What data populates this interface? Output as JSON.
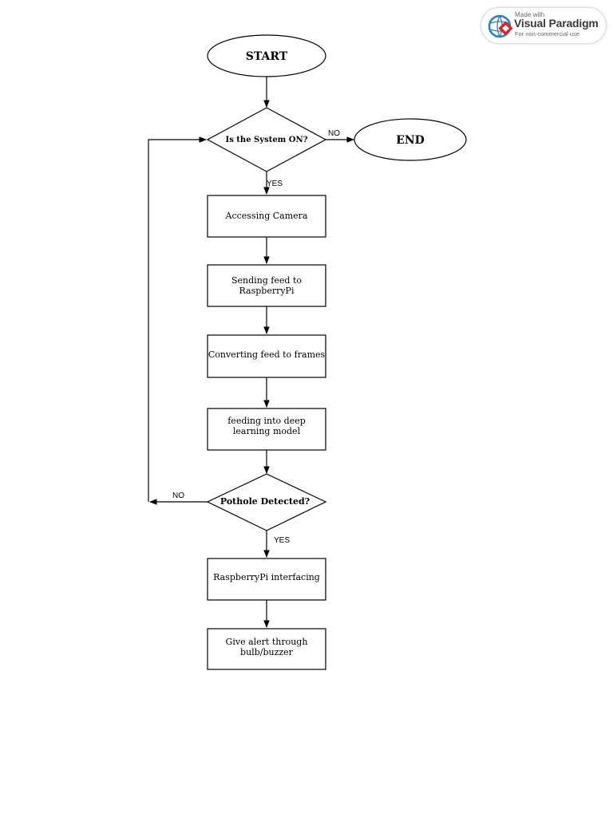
{
  "watermark": {
    "made_with": "Made with",
    "brand": "Visual Paradigm",
    "subtitle": "For non-commercial use"
  },
  "nodes": {
    "start": "START",
    "decision_system_on": "Is the System ON?",
    "end": "END",
    "accessing_camera": "Accessing Camera",
    "sending_feed": [
      "Sending feed to",
      "RaspberryPi"
    ],
    "converting_feed": "Converting feed to frames",
    "feeding_model": [
      "feeding into deep",
      "learning model"
    ],
    "decision_pothole": "Pothole Detected?",
    "raspberrypi_interfacing": "RaspberryPi interfacing",
    "give_alert": [
      "Give alert through",
      "bulb/buzzer"
    ]
  },
  "edge_labels": {
    "system_no": "NO",
    "system_yes": "YES",
    "pothole_no": "NO",
    "pothole_yes": "YES"
  },
  "colors": {
    "stroke": "#000000",
    "fill": "#ffffff",
    "watermark_blue": "#2a7fc1",
    "watermark_red": "#d7262e"
  }
}
